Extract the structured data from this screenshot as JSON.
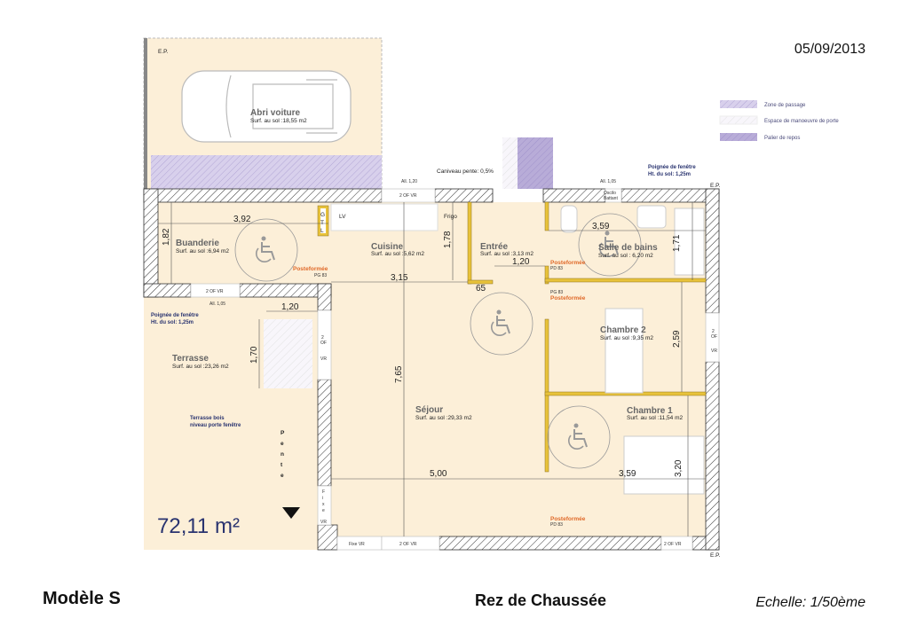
{
  "header": {
    "date": "05/09/2013"
  },
  "footer": {
    "model": "Modèle S",
    "level": "Rez de Chaussée",
    "scale": "Echelle: 1/50ème"
  },
  "total_area": "72,11 m²",
  "legend": [
    {
      "label": "Zone de passage",
      "color": "#d8d0ec"
    },
    {
      "label": "Espace de manoeuvre de porte",
      "color": "#f4f2fa"
    },
    {
      "label": "Palier de repos",
      "color": "#b8acd8"
    }
  ],
  "rooms": {
    "abri": {
      "name": "Abri voiture",
      "surf": "Surf. au sol :18,55 m2"
    },
    "buanderie": {
      "name": "Buanderie",
      "surf": "Surf. au sol :6,94 m2"
    },
    "cuisine": {
      "name": "Cuisine",
      "surf": "Surf. au sol :5,62 m2"
    },
    "entree": {
      "name": "Entrée",
      "surf": "Surf. au sol :3,13 m2"
    },
    "sdb": {
      "name": "Salle de bains",
      "surf": "Surf. au sol : 6,20 m2"
    },
    "chambre2": {
      "name": "Chambre 2",
      "surf": "Surf. au sol :9,35 m2"
    },
    "chambre1": {
      "name": "Chambre 1",
      "surf": "Surf. au sol :11,54 m2"
    },
    "sejour": {
      "name": "Séjour",
      "surf": "Surf. au sol :29,33 m2"
    },
    "terrasse": {
      "name": "Terrasse",
      "surf": "Surf. au sol :23,26 m2"
    }
  },
  "dimensions": {
    "d392": "3,92",
    "d182": "1,82",
    "d315": "3,15",
    "d178": "1,78",
    "d120a": "1,20",
    "d65": "65",
    "d359a": "3,59",
    "d171": "1,71",
    "d259": "2,59",
    "d765": "7,65",
    "d500": "5,00",
    "d359b": "3,59",
    "d320": "3,20",
    "d120b": "1,20",
    "d170": "1,70"
  },
  "fixtures": {
    "gtl": [
      "G",
      "T",
      "L"
    ],
    "lv": "LV",
    "frigo": "Frigo"
  },
  "notes": {
    "caniveau": "Caniveau  pente: 0,5%",
    "poignee1_l1": "Poignée de fenêtre",
    "poignee1_l2": "Ht. du sol: 1,25m",
    "poignee2_l1": "Poignée de fenêtre",
    "poignee2_l2": "Ht. du sol: 1,25m",
    "terrasse_bois_l1": "Terrasse bois",
    "terrasse_bois_l2": "niveau porte fenêtre",
    "pente": [
      "P",
      "e",
      "n",
      "t",
      "e"
    ],
    "ep": "E.P.",
    "poste": "Posteformée",
    "pg83": "PG 83",
    "pd83": "PD 83"
  },
  "windows": {
    "w_top_cuisine": "2 OF   VR",
    "all120": "All. 1,20",
    "w_buand": "2 OF   VR",
    "all105a": "All. 1,05",
    "oscillo_l1": "Oscilo",
    "oscillo_l2": "Battant",
    "all105b": "All. 1,05",
    "w_terr_l1": "2",
    "w_terr_l2": "OF",
    "w_terr_l3": "VR",
    "w_ch2_l1": "2",
    "w_ch2_l2": "OF",
    "w_ch2_l3": "VR",
    "fixe_side": [
      "F",
      "i",
      "x",
      "e"
    ],
    "fixe_side_vr": "VR",
    "w_bot1": "Fixe  VR",
    "w_bot2": "2 OF   VR",
    "w_bot3": "2 OF   VR"
  }
}
